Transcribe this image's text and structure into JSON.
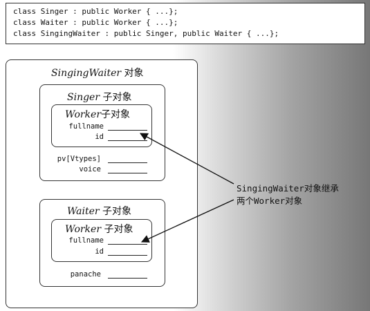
{
  "code": [
    "class Singer : public Worker { ...};",
    "class Waiter : public Worker { ...};",
    "class SingingWaiter : public Singer, public Waiter { ...};"
  ],
  "outer": {
    "title_italic": "SingingWaiter",
    "title_suffix": " 对象"
  },
  "singer": {
    "title_italic": "Singer",
    "title_suffix": " 子对象",
    "fields": [
      "pv[Vtypes]",
      "voice"
    ]
  },
  "singer_worker": {
    "title_italic": "Worker",
    "title_suffix": "子对象",
    "fields": [
      "fullname",
      "id"
    ]
  },
  "waiter": {
    "title_italic": "Waiter",
    "title_suffix": " 子对象",
    "fields": [
      "panache"
    ]
  },
  "waiter_worker": {
    "title_italic": "Worker",
    "title_suffix": " 子对象",
    "fields": [
      "fullname",
      "id"
    ]
  },
  "annotation": {
    "line1": "SingingWaiter对象继承",
    "line2": "两个Worker对象"
  }
}
